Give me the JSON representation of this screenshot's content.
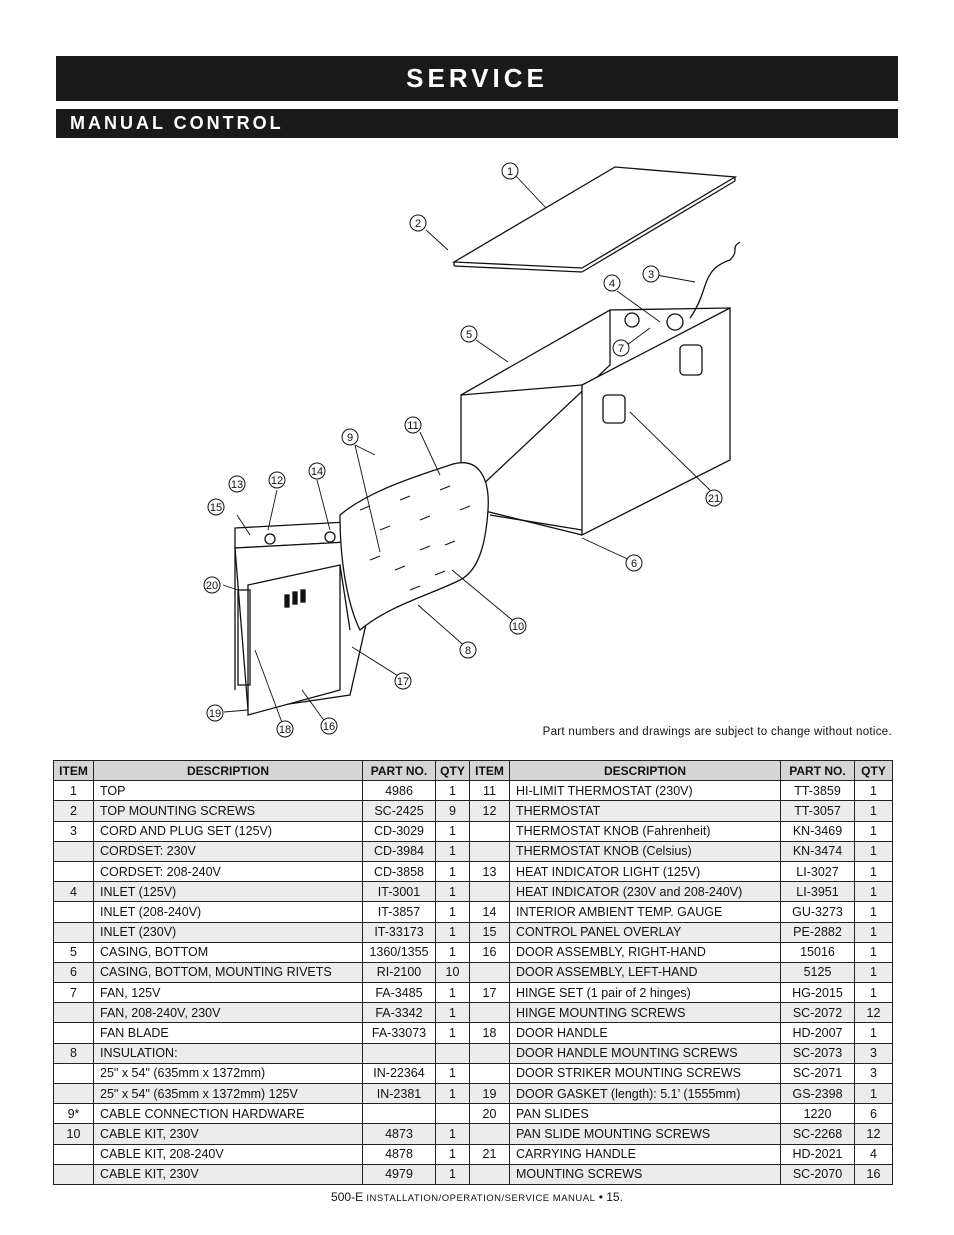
{
  "header": {
    "title": "SERVICE",
    "subtitle": "MANUAL CONTROL"
  },
  "diagram": {
    "callouts": [
      "1",
      "2",
      "3",
      "4",
      "5",
      "7",
      "11",
      "9",
      "14",
      "12",
      "13",
      "15",
      "20",
      "6",
      "21",
      "10",
      "8",
      "17",
      "19",
      "18",
      "16"
    ]
  },
  "notice": "Part numbers and drawings are subject to change without notice.",
  "table": {
    "headers": [
      "ITEM",
      "DESCRIPTION",
      "PART NO.",
      "QTY",
      "ITEM",
      "DESCRIPTION",
      "PART NO.",
      "QTY"
    ],
    "rows": [
      [
        "1",
        "TOP",
        "4986",
        "1",
        "11",
        "HI-LIMIT THERMOSTAT (230V)",
        "TT-3859",
        "1"
      ],
      [
        "2",
        "TOP MOUNTING SCREWS",
        "SC-2425",
        "9",
        "12",
        "THERMOSTAT",
        "TT-3057",
        "1"
      ],
      [
        "3",
        "CORD AND PLUG SET (125V)",
        "CD-3029",
        "1",
        "",
        "THERMOSTAT KNOB (Fahrenheit)",
        "KN-3469",
        "1"
      ],
      [
        "",
        "CORDSET: 230V",
        "CD-3984",
        "1",
        "",
        "THERMOSTAT KNOB (Celsius)",
        "KN-3474",
        "1"
      ],
      [
        "",
        "CORDSET: 208-240V",
        "CD-3858",
        "1",
        "13",
        "HEAT INDICATOR LIGHT (125V)",
        "LI-3027",
        "1"
      ],
      [
        "4",
        "INLET (125V)",
        "IT-3001",
        "1",
        "",
        "HEAT INDICATOR (230V and 208-240V)",
        "LI-3951",
        "1"
      ],
      [
        "",
        "INLET (208-240V)",
        "IT-3857",
        "1",
        "14",
        "INTERIOR AMBIENT TEMP. GAUGE",
        "GU-3273",
        "1"
      ],
      [
        "",
        "INLET (230V)",
        "IT-33173",
        "1",
        "15",
        "CONTROL PANEL OVERLAY",
        "PE-2882",
        "1"
      ],
      [
        "5",
        "CASING, BOTTOM",
        "1360/1355",
        "1",
        "16",
        "DOOR ASSEMBLY, RIGHT-HAND",
        "15016",
        "1"
      ],
      [
        "6",
        "CASING, BOTTOM, MOUNTING RIVETS",
        "RI-2100",
        "10",
        "",
        "DOOR ASSEMBLY, LEFT-HAND",
        "5125",
        "1"
      ],
      [
        "7",
        "FAN, 125V",
        "FA-3485",
        "1",
        "17",
        "HINGE SET (1 pair of 2 hinges)",
        "HG-2015",
        "1"
      ],
      [
        "",
        "FAN, 208-240V, 230V",
        "FA-3342",
        "1",
        "",
        "HINGE MOUNTING SCREWS",
        "SC-2072",
        "12"
      ],
      [
        "",
        "FAN BLADE",
        "FA-33073",
        "1",
        "18",
        "DOOR HANDLE",
        "HD-2007",
        "1"
      ],
      [
        "8",
        "INSULATION:",
        "",
        "",
        "",
        "DOOR HANDLE MOUNTING SCREWS",
        "SC-2073",
        "3"
      ],
      [
        "",
        "25\" x 54\" (635mm x 1372mm)",
        "IN-22364",
        "1",
        "",
        "DOOR STRIKER MOUNTING SCREWS",
        "SC-2071",
        "3"
      ],
      [
        "",
        "25\" x 54\" (635mm x 1372mm) 125V",
        "IN-2381",
        "1",
        "19",
        "DOOR GASKET (length): 5.1’ (1555mm)",
        "GS-2398",
        "1"
      ],
      [
        "9*",
        "CABLE CONNECTION HARDWARE",
        "",
        "",
        "20",
        "PAN SLIDES",
        "1220",
        "6"
      ],
      [
        "10",
        "CABLE KIT, 230V",
        "4873",
        "1",
        "",
        "PAN SLIDE MOUNTING SCREWS",
        "SC-2268",
        "12"
      ],
      [
        "",
        "CABLE KIT, 208-240V",
        "4878",
        "1",
        "21",
        "CARRYING HANDLE",
        "HD-2021",
        "4"
      ],
      [
        "",
        "CABLE KIT, 230V",
        "4979",
        "1",
        "",
        "MOUNTING SCREWS",
        "SC-2070",
        "16"
      ]
    ]
  },
  "footer": {
    "model": "500-E",
    "manual": "INSTALLATION/OPERATION/SERVICE MANUAL",
    "page": "• 15."
  }
}
